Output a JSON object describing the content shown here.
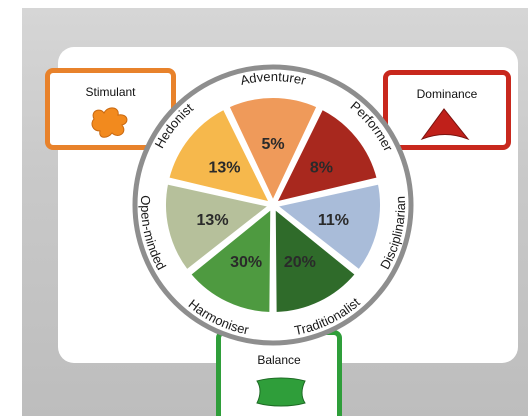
{
  "diagram": {
    "segments": [
      {
        "label": "Adventurer",
        "value": "5%",
        "color": "#ef9a5a"
      },
      {
        "label": "Performer",
        "value": "8%",
        "color": "#a8281e"
      },
      {
        "label": "Disciplinarian",
        "value": "11%",
        "color": "#a9bcd9"
      },
      {
        "label": "Traditionalist",
        "value": "20%",
        "color": "#2f6b2a"
      },
      {
        "label": "Harmoniser",
        "value": "30%",
        "color": "#4e9a40"
      },
      {
        "label": "Open-minded",
        "value": "13%",
        "color": "#b6c09b"
      },
      {
        "label": "Hedonist",
        "value": "13%",
        "color": "#f6b84c"
      }
    ],
    "cards": {
      "stimulant": {
        "label": "Stimulant",
        "color": "#e8822b"
      },
      "dominance": {
        "label": "Dominance",
        "color": "#c8281d"
      },
      "balance": {
        "label": "Balance",
        "color": "#2f9e3a"
      }
    },
    "ring_color": "#8e8e8e"
  }
}
